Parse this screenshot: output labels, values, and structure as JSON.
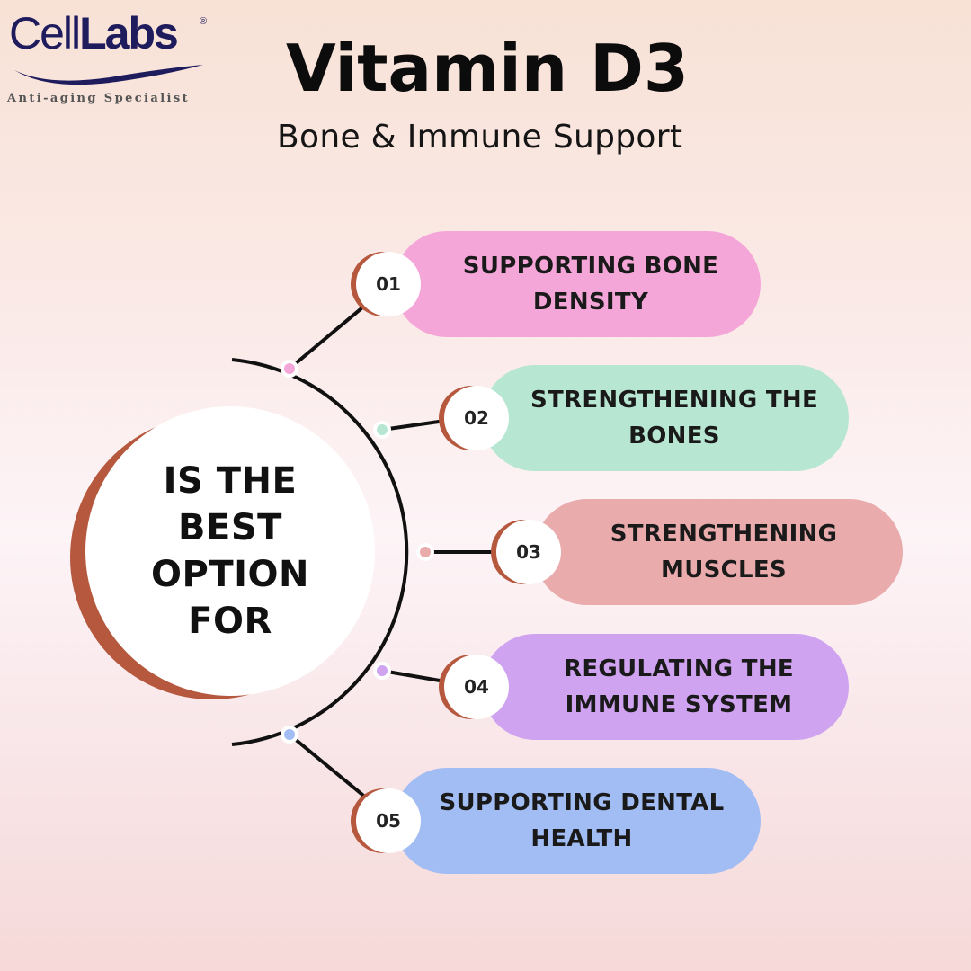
{
  "logo": {
    "brand_part1": "Cell",
    "brand_part2": "Labs",
    "registered": "®",
    "tagline": "Anti-aging Specialist"
  },
  "title": "Vitamin D3",
  "subtitle": "Bone & Immune Support",
  "center_text": "IS THE BEST OPTION FOR",
  "items": [
    {
      "number": "01",
      "label": "SUPPORTING BONE DENSITY",
      "color": "#f5a6d9"
    },
    {
      "number": "02",
      "label": "STRENGTHENING THE BONES",
      "color": "#b7e6d3"
    },
    {
      "number": "03",
      "label": "STRENGTHENING MUSCLES",
      "color": "#e9abab"
    },
    {
      "number": "04",
      "label": "REGULATING THE IMMUNE SYSTEM",
      "color": "#cfa3f0"
    },
    {
      "number": "05",
      "label": "SUPPORTING DENTAL HEALTH",
      "color": "#a2bdf4"
    }
  ],
  "accent_color": "#b5583e"
}
